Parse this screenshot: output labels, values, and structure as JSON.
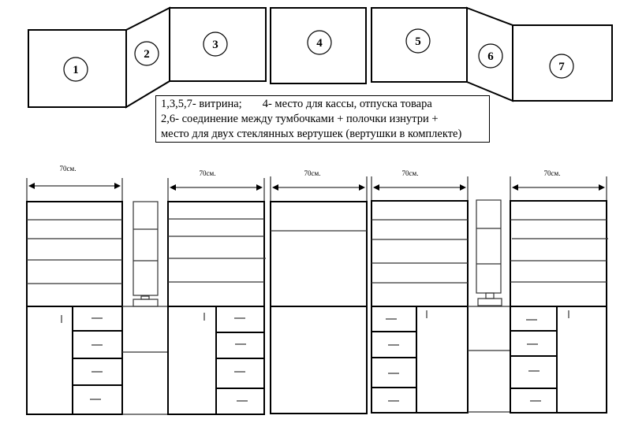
{
  "plan": {
    "sections": [
      "1",
      "2",
      "3",
      "4",
      "5",
      "6",
      "7"
    ]
  },
  "legend": {
    "line1a": "1,3,5,7- витрина;",
    "line1b": "4- место для кассы, отпуска товара",
    "line2": "2,6- соединение между тумбочками + полочки изнутри +",
    "line3": "место для двух стеклянных вертушек (вертушки в комплекте)"
  },
  "dimensions": [
    "70см.",
    "70см.",
    "70см.",
    "70см.",
    "70см."
  ]
}
